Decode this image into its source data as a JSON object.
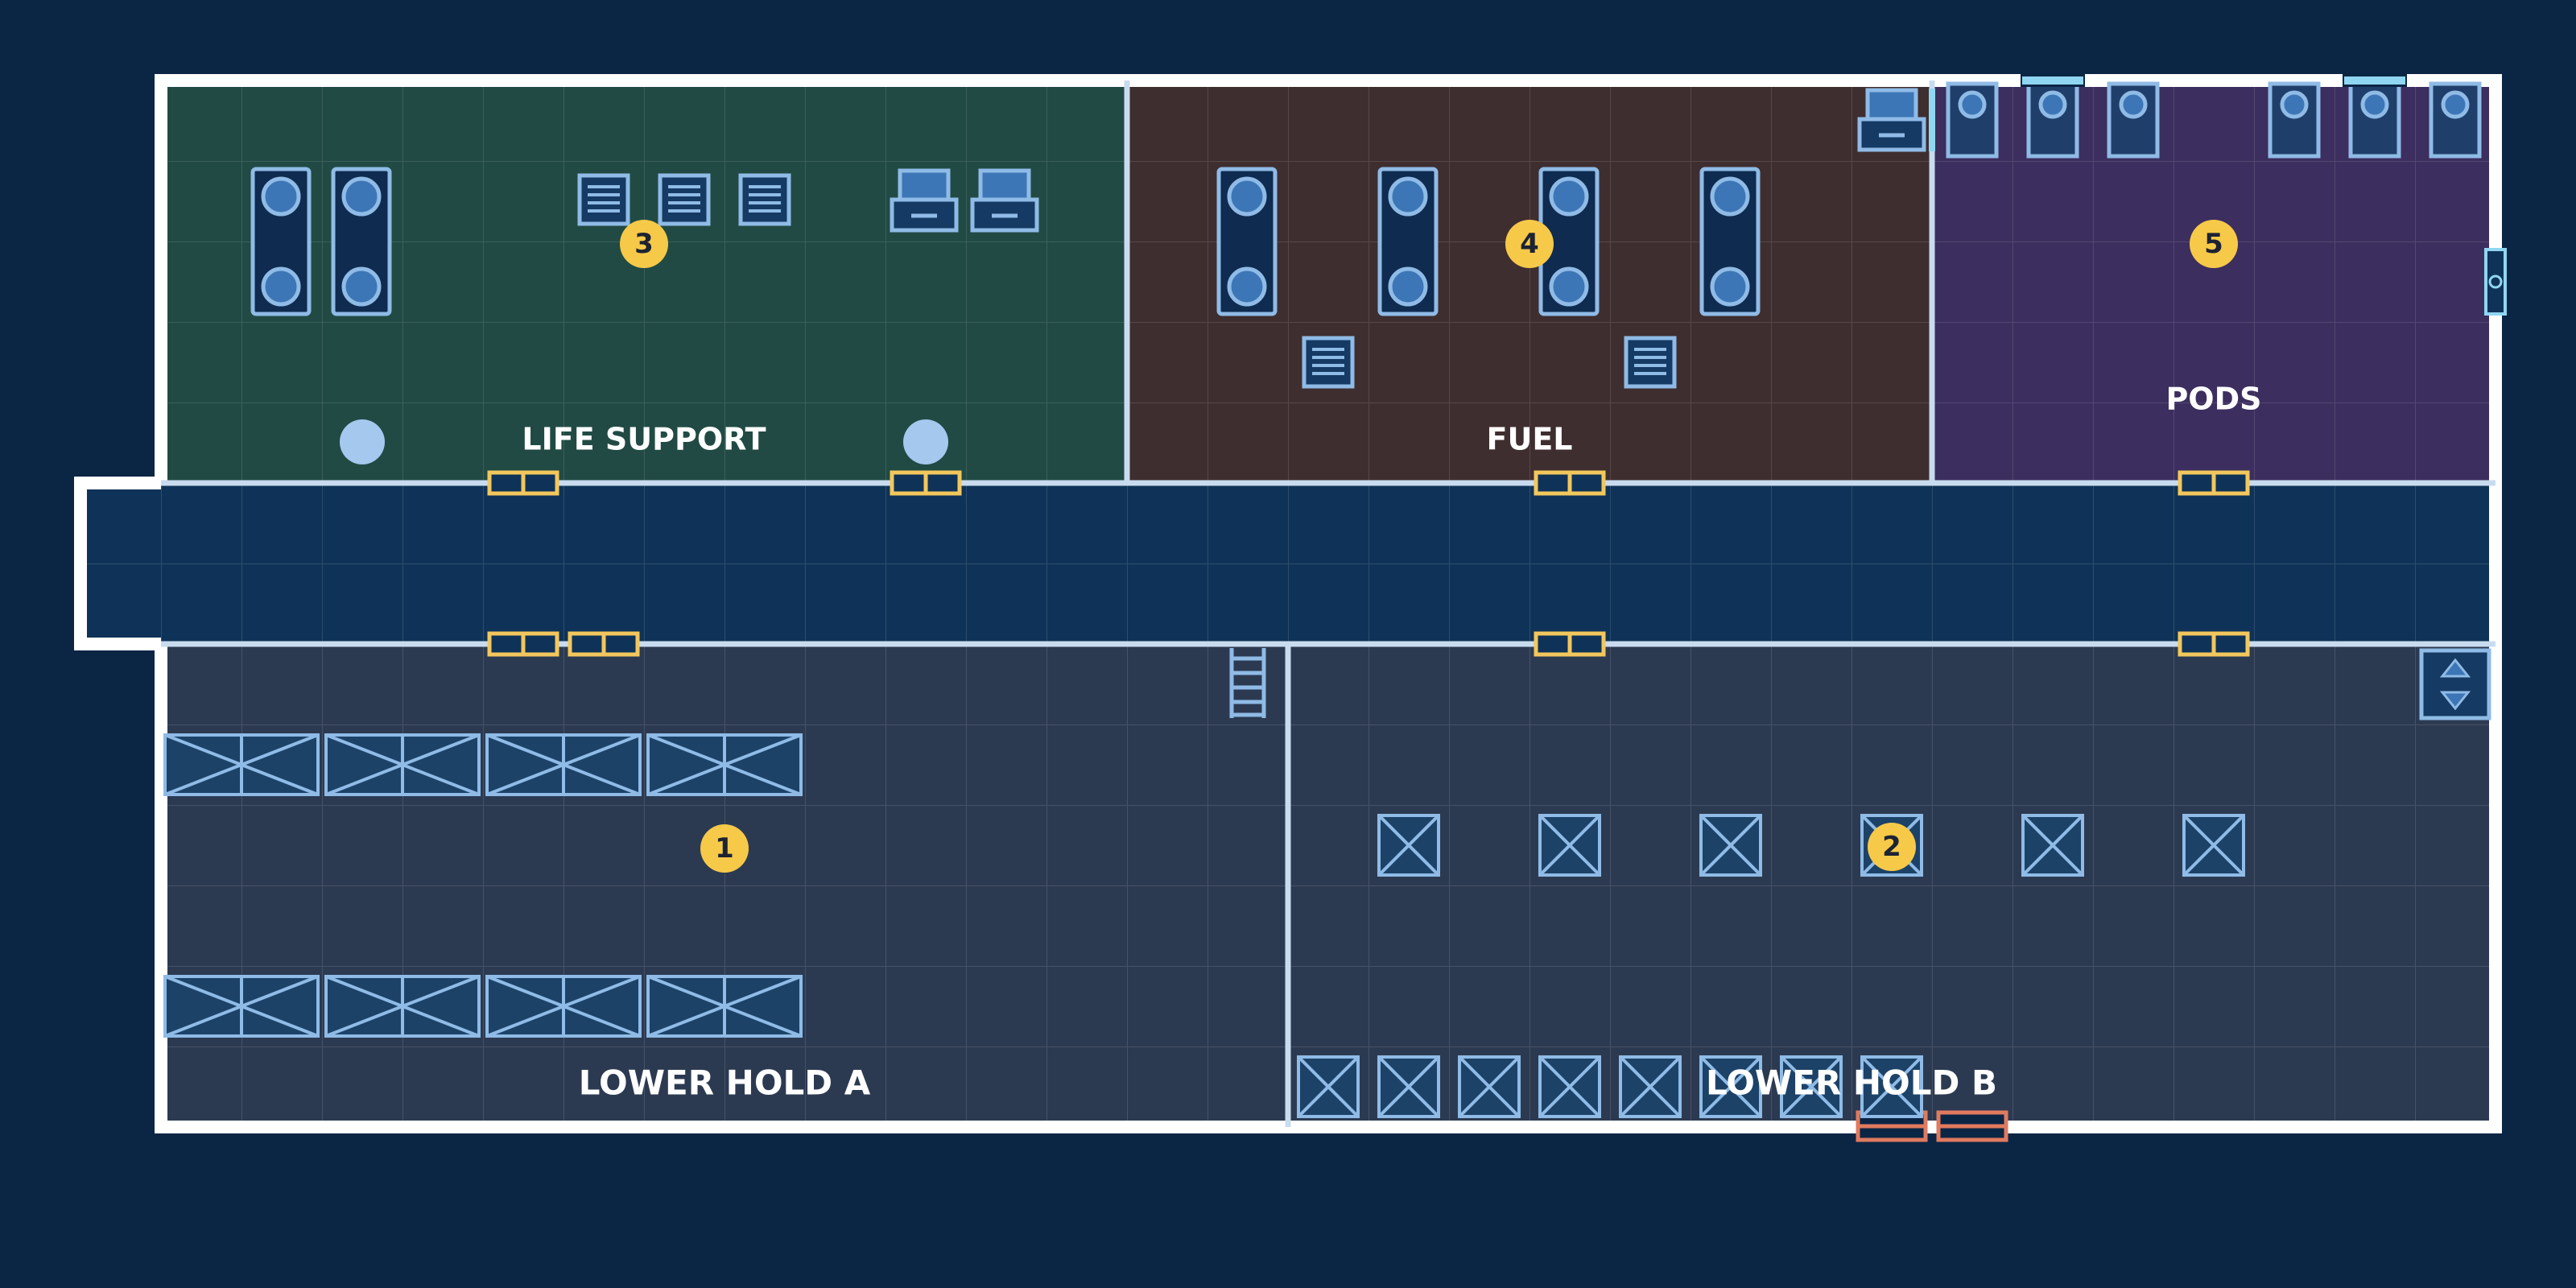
{
  "colors": {
    "background": "#0b2545",
    "outer_wall": "#ffffff",
    "inner_wall": "#c9dcef",
    "corridor": "#0f3358",
    "life_support": "#214a44",
    "fuel": "#3f2e2f",
    "pods": "#3c2e5e",
    "hold": "#2c3a51",
    "grid_line": "#4f6e84",
    "furniture_stroke": "#8fbbe6",
    "furniture_fill": "#153a63",
    "door": "#f2c75c",
    "hatch_red": "#e07a5f",
    "window": "#8fd6f2",
    "marker": "#f7c948",
    "marker_text": "#1c2333"
  },
  "rooms": {
    "life_support": {
      "label": "LIFE SUPPORT"
    },
    "fuel": {
      "label": "FUEL"
    },
    "pods": {
      "label": "PODS"
    },
    "lower_hold_a": {
      "label": "LOWER HOLD A"
    },
    "lower_hold_b": {
      "label": "LOWER HOLD B"
    }
  },
  "markers": {
    "m1": "1",
    "m2": "2",
    "m3": "3",
    "m4": "4",
    "m5": "5"
  },
  "icons": {
    "corridor": "hallway",
    "tanks": "oxygen-tank-icon",
    "vents": "vent-grate-icon",
    "terminals": "computer-terminal-icon",
    "pods": "escape-pod-icon",
    "crates": "cargo-crate-icon",
    "ladder": "ladder-icon",
    "elevator": "elevator-icon",
    "hatch": "exit-hatch-icon",
    "airlock": "airlock-icon"
  }
}
